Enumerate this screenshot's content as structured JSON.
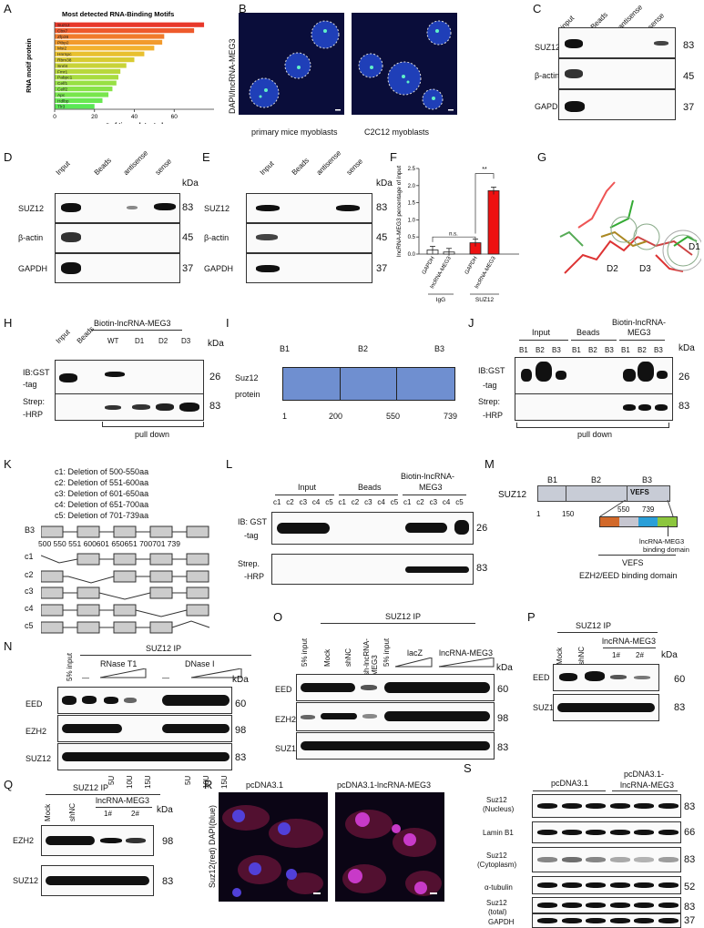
{
  "panels": {
    "A": "A",
    "B": "B",
    "C": "C",
    "D": "D",
    "E": "E",
    "F": "F",
    "G": "G",
    "H": "H",
    "I": "I",
    "J": "J",
    "K": "K",
    "L": "L",
    "M": "M",
    "N": "N",
    "O": "O",
    "P": "P",
    "Q": "Q",
    "R": "R",
    "S": "S"
  },
  "chart_data": {
    "type": "bar",
    "title": "Most detected RNA-Binding Motifs",
    "xlabel": "# of times detected",
    "ylabel": "RNA motif protein",
    "categories": [
      "Suz12",
      "Cbx7",
      "Zfp36",
      "Ptbp2",
      "Msi2",
      "Hnrnpc",
      "Rbm38",
      "Snrl4",
      "Fmr1",
      "Pabpc1",
      "Celf1",
      "Celf2",
      "Apc",
      "Hdlbp",
      "Tlr3"
    ],
    "values": [
      75,
      70,
      55,
      54,
      50,
      45,
      40,
      36,
      33,
      32,
      31,
      29,
      27,
      24,
      20
    ],
    "xticks": [
      "0",
      "20",
      "40",
      "60"
    ],
    "xlim": [
      0,
      80
    ],
    "colors": [
      "#e8382a",
      "#ee5a2c",
      "#f07b2c",
      "#f29a2c",
      "#f2b12e",
      "#e8c02f",
      "#d8cb32",
      "#c8d338",
      "#b8d83c",
      "#a8dc40",
      "#98e044",
      "#88e348",
      "#78e64c",
      "#68e850",
      "#5ae855"
    ]
  },
  "B": {
    "ylabel": "DAPI/lncRNA-MEG3",
    "cap1": "primary mice myoblasts",
    "cap2": "C2C12 myoblasts"
  },
  "C": {
    "cols": [
      "input",
      "Beads",
      "antisense",
      "sense"
    ],
    "rows": [
      "SUZ12",
      "β-actin",
      "GAPDH"
    ],
    "kda": [
      "83",
      "45",
      "37"
    ]
  },
  "D": {
    "cols": [
      "Input",
      "Beads",
      "antisense",
      "sense"
    ],
    "rows": [
      "SUZ12",
      "β-actin",
      "GAPDH"
    ],
    "kda": [
      "83",
      "45",
      "37"
    ],
    "kda_head": "kDa"
  },
  "E": {
    "cols": [
      "Input",
      "Beads",
      "antisense",
      "sense"
    ],
    "rows": [
      "SUZ12",
      "β-actin",
      "GAPDH"
    ],
    "kda": [
      "83",
      "45",
      "37"
    ],
    "kda_head": "kDa"
  },
  "F": {
    "ylabel": "lncRNA-MEG3 percentage of input",
    "yticks": [
      "0.0",
      "0.5",
      "1.0",
      "1.5",
      "2.0",
      "2.5"
    ],
    "bars": [
      "GAPDH",
      "lncRNA-MEG3",
      "GAPDH",
      "lncRNA-MEG3"
    ],
    "values": [
      0.12,
      0.06,
      0.33,
      1.85
    ],
    "groups": [
      "IgG",
      "SUZ12"
    ],
    "ns": "n.s.",
    "sig": "**"
  },
  "G": {
    "labels": [
      "D1",
      "D2",
      "D3"
    ]
  },
  "H": {
    "header": "Biotin-lncRNA-MEG3",
    "cols": [
      "Input",
      "Beads",
      "WT",
      "D1",
      "D2",
      "D3"
    ],
    "rows": [
      "IB:GST",
      "-tag",
      "Strep:",
      "-HRP"
    ],
    "kda": [
      "26",
      "83"
    ],
    "kda_head": "kDa",
    "footer": "pull down"
  },
  "I": {
    "domains": [
      "B1",
      "B2",
      "B3"
    ],
    "ylabel1": "Suz12",
    "ylabel2": "protein",
    "pos": [
      "1",
      "200",
      "550",
      "739"
    ]
  },
  "J": {
    "groups": [
      "Input",
      "Beads",
      "Biotin-lncRNA-",
      "MEG3"
    ],
    "cols": [
      "B1",
      "B2",
      "B3",
      "B1",
      "B2",
      "B3",
      "B1",
      "B2",
      "B3"
    ],
    "rows": [
      "IB:GST",
      "-tag",
      "Strep:",
      "-HRP"
    ],
    "kda": [
      "26",
      "83"
    ],
    "kda_head": "kDa",
    "footer": "pull down"
  },
  "K": {
    "dels": [
      "c1: Deletion of 500-550aa",
      "c2: Deletion of 551-600aa",
      "c3: Deletion of 601-650aa",
      "c4: Deletion of 651-700aa",
      "c5: Deletion of 701-739aa"
    ],
    "b3": "B3",
    "pos": "500  550 551  600601  650651  700701  739",
    "rows": [
      "c1",
      "c2",
      "c3",
      "c4",
      "c5"
    ]
  },
  "L": {
    "groups": [
      "Input",
      "Beads",
      "Biotin-lncRNA-",
      "MEG3"
    ],
    "cols": [
      "c1",
      "c2",
      "c3",
      "c4",
      "c5",
      "c1",
      "c2",
      "c3",
      "c4",
      "c5",
      "c1",
      "c2",
      "c3",
      "c4",
      "c5"
    ],
    "rows": [
      "IB: GST",
      "-tag",
      "Strep.",
      "-HRP"
    ],
    "kda": [
      "26",
      "83"
    ]
  },
  "M": {
    "name": "SUZ12",
    "domains": [
      "B1",
      "B2",
      "B3"
    ],
    "vefs": "VEFS",
    "pos": [
      "1",
      "150",
      "550",
      "739"
    ],
    "binding1": "lncRNA-MEG3",
    "binding2": "binding domain",
    "vefs2": "VEFS",
    "ezh": "EZH2/EED binding domain"
  },
  "N": {
    "ip": "SUZ12 IP",
    "input": "5% input",
    "rnase": "RNase T1",
    "dnase": "DNase I",
    "dash": "—",
    "rows": [
      "EED",
      "EZH2",
      "SUZ12"
    ],
    "kda": [
      "60",
      "98",
      "83"
    ],
    "kda_head": "kDa",
    "units": [
      "5U",
      "10U",
      "15U",
      "5U",
      "10U",
      "15U"
    ]
  },
  "O": {
    "ip": "SUZ12 IP",
    "cols": [
      "5% input",
      "Mock",
      "shNC",
      "sh-lncRNA-MEG3",
      "5% input"
    ],
    "lacz": "lacZ",
    "meg3": "lncRNA-MEG3",
    "rows": [
      "EED",
      "EZH2",
      "SUZ12"
    ],
    "kda": [
      "60",
      "98",
      "83"
    ],
    "kda_head": "kDa"
  },
  "P": {
    "ip": "SUZ12 IP",
    "cols": [
      "Mock",
      "shNC"
    ],
    "meg3": "lncRNA-MEG3",
    "sub": [
      "1#",
      "2#"
    ],
    "rows": [
      "EED",
      "SUZ12"
    ],
    "kda": [
      "60",
      "83"
    ],
    "kda_head": "kDa"
  },
  "Q": {
    "ip": "SUZ12 IP",
    "cols": [
      "Mock",
      "shNC"
    ],
    "meg3": "lncRNA-MEG3",
    "sub": [
      "1#",
      "2#"
    ],
    "rows": [
      "EZH2",
      "SUZ12"
    ],
    "kda": [
      "98",
      "83"
    ],
    "kda_head": "kDa"
  },
  "R": {
    "ylabel": "Suz12(red) DAPI(blue)",
    "cap1": "pcDNA3.1",
    "cap2": "pcDNA3.1-lncRNA-MEG3"
  },
  "S": {
    "head1": "pcDNA3.1",
    "head2a": "pcDNA3.1-",
    "head2b": "lncRNA-MEG3",
    "rows": [
      "Suz12",
      "(Nucleus)",
      "Lamin B1",
      "Suz12",
      "(Cytoplasm)",
      "α-tubulin",
      "Suz12",
      "(total)",
      "GAPDH"
    ],
    "kda": [
      "83",
      "66",
      "83",
      "52",
      "83",
      "37"
    ]
  }
}
